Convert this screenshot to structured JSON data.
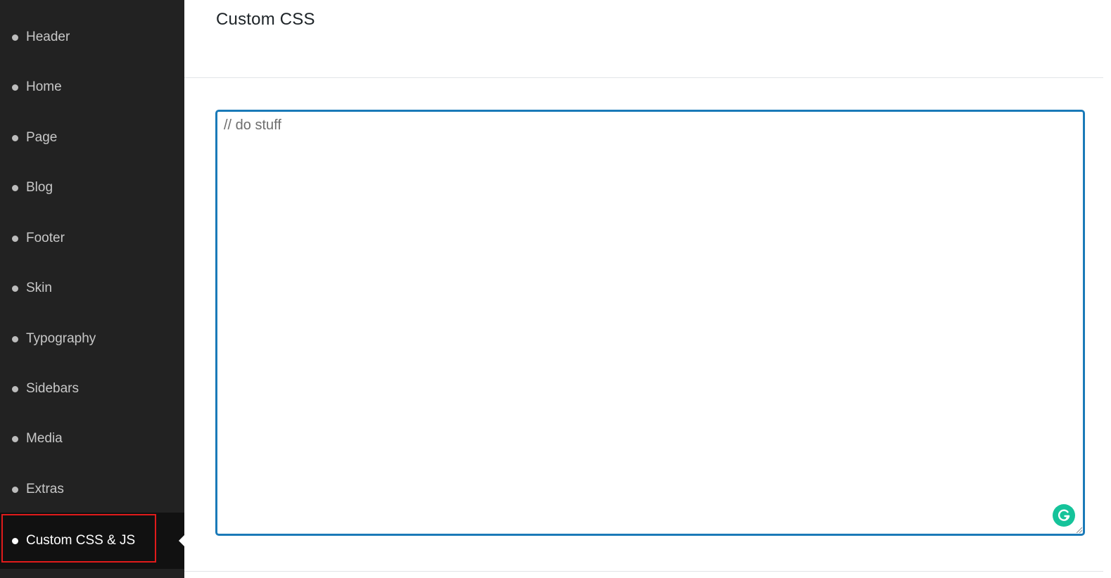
{
  "sidebar": {
    "items": [
      {
        "label": "Header",
        "active": false
      },
      {
        "label": "Home",
        "active": false
      },
      {
        "label": "Page",
        "active": false
      },
      {
        "label": "Blog",
        "active": false
      },
      {
        "label": "Footer",
        "active": false
      },
      {
        "label": "Skin",
        "active": false
      },
      {
        "label": "Typography",
        "active": false
      },
      {
        "label": "Sidebars",
        "active": false
      },
      {
        "label": "Media",
        "active": false
      },
      {
        "label": "Extras",
        "active": false
      },
      {
        "label": "Custom CSS & JS",
        "active": true
      }
    ]
  },
  "main": {
    "title": "Custom CSS",
    "editor": {
      "value": "",
      "placeholder": "// do stuff"
    },
    "grammarly_icon": "grammarly-icon"
  },
  "colors": {
    "sidebar_bg": "#222222",
    "active_item_bg": "#111111",
    "editor_border": "#1a7ab8",
    "highlight_border": "#e01b1b",
    "grammarly": "#15c39a"
  }
}
